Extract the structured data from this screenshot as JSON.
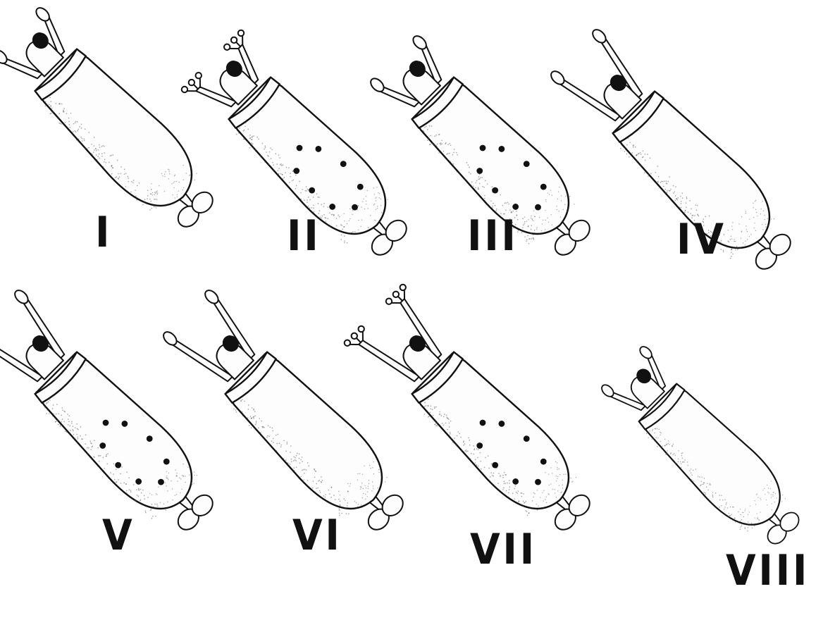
{
  "figure": {
    "panels": [
      {
        "label": "I",
        "spots": false,
        "arms": "down",
        "hands": "bulb"
      },
      {
        "label": "II",
        "spots": true,
        "arms": "down",
        "hands": "fingers"
      },
      {
        "label": "III",
        "spots": true,
        "arms": "down",
        "hands": "bulb"
      },
      {
        "label": "IV",
        "spots": false,
        "arms": "up",
        "hands": "bulb"
      },
      {
        "label": "V",
        "spots": true,
        "arms": "up",
        "hands": "bulb"
      },
      {
        "label": "VI",
        "spots": false,
        "arms": "up",
        "hands": "bulb"
      },
      {
        "label": "VII",
        "spots": true,
        "arms": "up",
        "hands": "fingers"
      },
      {
        "label": "VIII",
        "spots": false,
        "arms": "down",
        "hands": "bulb"
      }
    ],
    "colors": {
      "ink": "#111111",
      "background": "#ffffff"
    }
  }
}
